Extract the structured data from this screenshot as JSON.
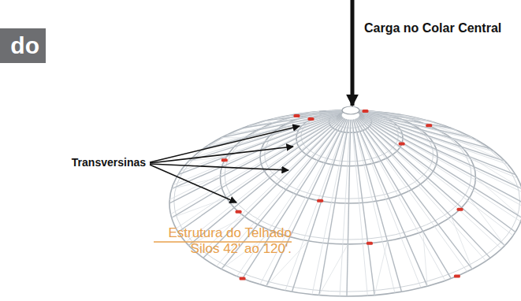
{
  "diagram": {
    "nodes": [
      {
        "text": [
          "do"
        ]
      }
    ],
    "labels": [
      "Carga no Colar Central",
      "Transversinas",
      "Estrutura do Telhado Silos 42' ao 120'."
    ]
  }
}
